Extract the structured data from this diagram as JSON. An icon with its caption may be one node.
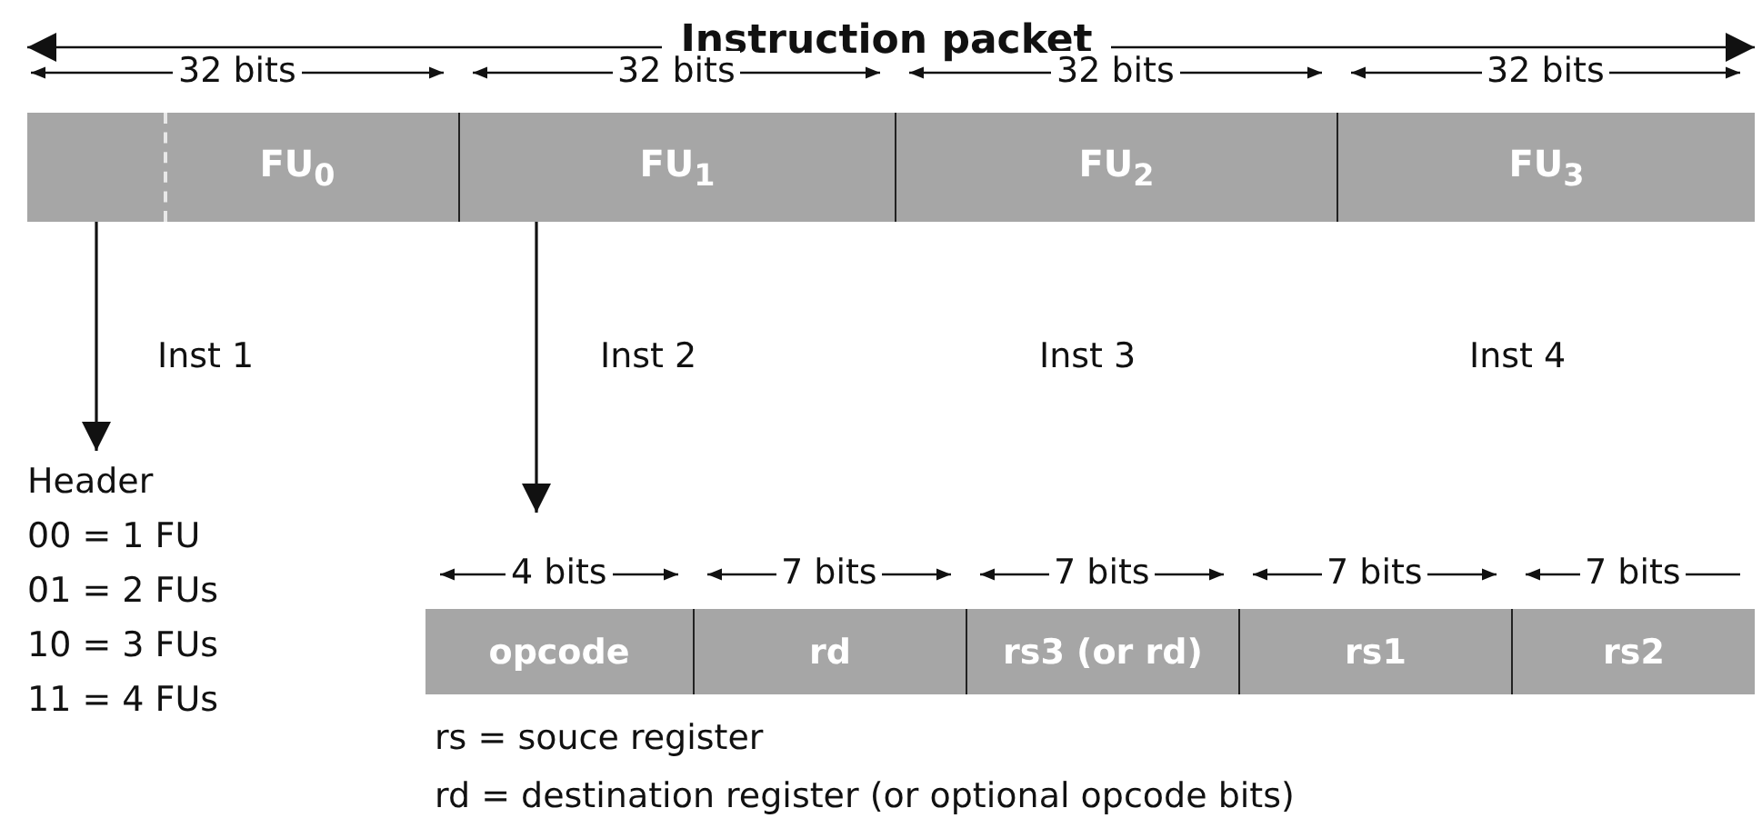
{
  "diagram": {
    "title": "Instruction packet",
    "nodes": [
      {
        "text": [
          "FU$_{0}$"
        ],
        "beside": [
          "32 bits",
          "Inst 1"
        ]
      },
      {
        "text": [],
        "shape": "box",
        "in": 0
      },
      {
        "text": [
          "FU$_{1}$"
        ],
        "beside": [
          "32 bits",
          "Inst 2"
        ]
      },
      {
        "text": [
          "FU$_{2}$"
        ],
        "beside": [
          "32 bits",
          "Inst 3"
        ]
      },
      {
        "text": [
          "FU$_{3}$"
        ],
        "beside": [
          "32 bits",
          "Inst 4"
        ]
      },
      {
        "text": [
          "Header",
          "00 = 1 FU",
          "01 = 2 FUs",
          "10 = 3 FUs",
          "11 = 4 FUs"
        ]
      },
      {
        "text": [
          "opcode"
        ],
        "beside": [
          "4 bits"
        ]
      },
      {
        "text": [
          "rd"
        ],
        "beside": [
          "7 bits"
        ]
      },
      {
        "text": [
          "rs3 (or rd)"
        ],
        "beside": [
          "7 bits"
        ]
      },
      {
        "text": [
          "rs1"
        ],
        "beside": [
          "7 bits"
        ]
      },
      {
        "text": [
          "rs2"
        ],
        "beside": [
          "7 bits"
        ]
      }
    ],
    "edges": [
      {
        "from": 1,
        "to": 5,
        "arrow": "to"
      },
      {
        "from": 2,
        "to": 6,
        "arrow": "to"
      }
    ],
    "labels": [
      "rs = souce register",
      "rd = destination register (or optional opcode bits)"
    ]
  }
}
